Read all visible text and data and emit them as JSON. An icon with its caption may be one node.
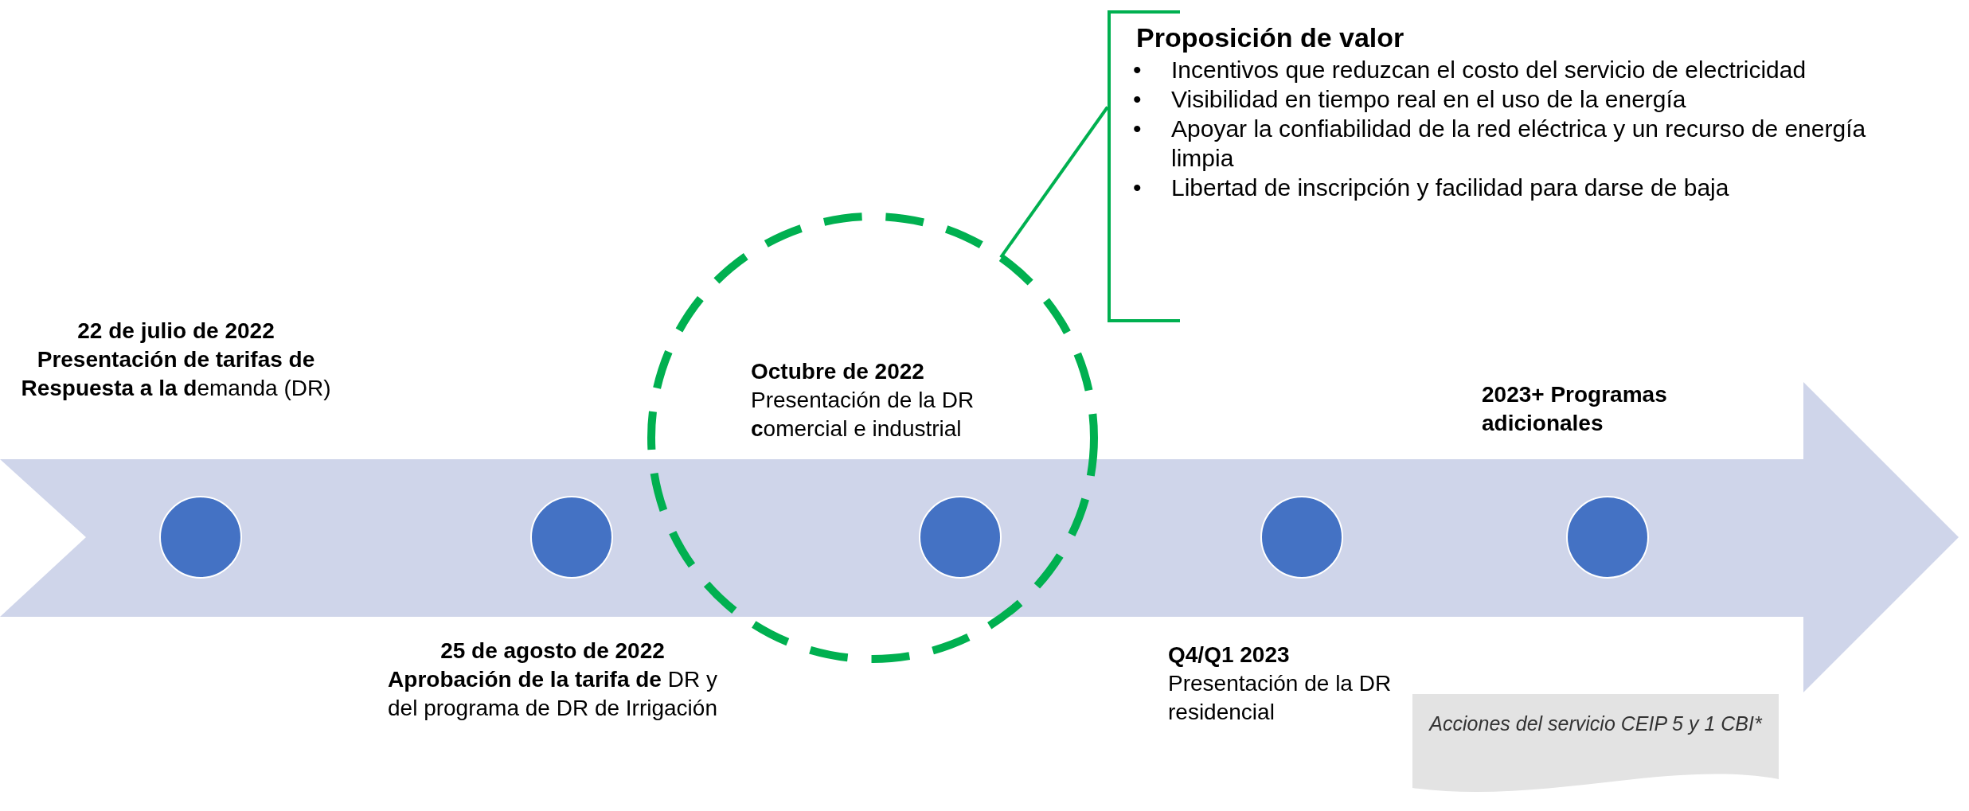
{
  "diagram": {
    "nodes": [
      {
        "text": [],
        "shape": "arrow"
      },
      {
        "text": [],
        "shape": "circle",
        "in": 0,
        "beside": [
          "22 de julio de 2022",
          "**Presentación de tarifas de Respuesta a la d**emanda (DR)"
        ]
      },
      {
        "text": [],
        "shape": "circle",
        "in": 0,
        "beside": [
          "25 de agosto de 2022",
          "**Aprobación de la tarifa de** DR y del programa de DR de Irrigación"
        ]
      },
      {
        "text": [],
        "shape": "circle",
        "beside": [
          "Octubre de 2022",
          "Presentación de la DR **c**omercial e industrial"
        ]
      },
      {
        "text": [],
        "shape": "circle",
        "in": 0,
        "beside": [
          "Q4/Q1 2023",
          "Presentación de la DR residencial"
        ]
      },
      {
        "text": [],
        "shape": "circle",
        "in": 0,
        "beside": [
          "2023+ Programas adicionales"
        ]
      },
      {
        "text": [],
        "shape": "circle"
      },
      {
        "text": [
          "Proposición de valor",
          "Incentivos que reduzcan el costo del servicio de electricidad",
          "Visibilidad en tiempo real en el uso de la energía",
          "Apoyar la confiabilidad de la red eléctrica y un recurso de energía limpia",
          "Libertad de inscripción y facilidad para darse de baja"
        ]
      },
      {
        "text": [
          "Acciones del servicio CEIP 5 y 1 CBI*"
        ]
      }
    ],
    "edges": [
      {
        "from": 6,
        "to": 7,
        "arrow": "none"
      }
    ],
    "labels": [
      "•",
      "•",
      "•",
      "•"
    ]
  }
}
